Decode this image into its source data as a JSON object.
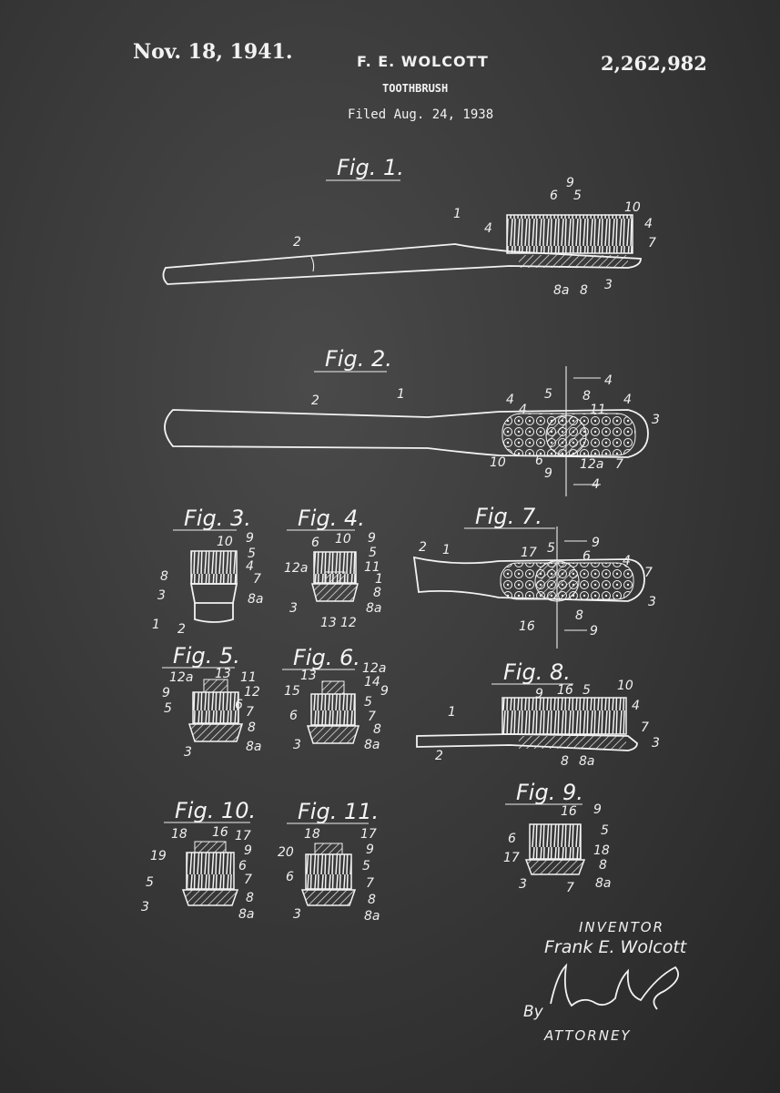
{
  "header": {
    "date": "Nov. 18, 1941.",
    "inventor": "F. E. WOLCOTT",
    "patent_number": "2,262,982",
    "title": "TOOTHBRUSH",
    "filed": "Filed Aug. 24, 1938"
  },
  "figures": {
    "fig1": "Fig. 1.",
    "fig2": "Fig. 2.",
    "fig3": "Fig. 3.",
    "fig4": "Fig. 4.",
    "fig5": "Fig. 5.",
    "fig6": "Fig. 6.",
    "fig7": "Fig. 7.",
    "fig8": "Fig. 8.",
    "fig9": "Fig. 9.",
    "fig10": "Fig. 10.",
    "fig11": "Fig. 11."
  },
  "reference_numerals": {
    "fig1": [
      "9",
      "6",
      "5",
      "10",
      "1",
      "4",
      "4",
      "7",
      "2",
      "8a",
      "8",
      "3"
    ],
    "fig2": [
      "4",
      "2",
      "1",
      "4",
      "5",
      "8",
      "4",
      "11",
      "4",
      "3",
      "10",
      "6",
      "9",
      "12a",
      "7",
      "4"
    ],
    "fig3": [
      "10",
      "9",
      "5",
      "4",
      "8",
      "7",
      "3",
      "8a",
      "1",
      "2"
    ],
    "fig4": [
      "6",
      "10",
      "9",
      "5",
      "12a",
      "11",
      "1",
      "8",
      "3",
      "13",
      "12",
      "8a"
    ],
    "fig5": [
      "12a",
      "13",
      "11",
      "9",
      "12",
      "5",
      "6",
      "7",
      "8",
      "3",
      "8a"
    ],
    "fig6": [
      "13",
      "12a",
      "15",
      "14",
      "9",
      "6",
      "5",
      "7",
      "8",
      "3",
      "8a"
    ],
    "fig7": [
      "9",
      "2",
      "1",
      "17",
      "5",
      "6",
      "4",
      "7",
      "3",
      "16",
      "8",
      "9"
    ],
    "fig8": [
      "9",
      "16",
      "5",
      "10",
      "1",
      "4",
      "7",
      "3",
      "2",
      "8",
      "8a"
    ],
    "fig9": [
      "16",
      "9",
      "6",
      "5",
      "17",
      "18",
      "8",
      "3",
      "7",
      "8a"
    ],
    "fig10": [
      "18",
      "16",
      "17",
      "19",
      "9",
      "6",
      "5",
      "7",
      "3",
      "8",
      "8a"
    ],
    "fig11": [
      "18",
      "17",
      "20",
      "9",
      "6",
      "5",
      "7",
      "3",
      "8",
      "8a"
    ]
  },
  "signature_block": {
    "inventor_label": "INVENTOR",
    "inventor_name": "Frank E. Wolcott",
    "by": "By",
    "attorney_label": "ATTORNEY"
  },
  "colors": {
    "background": "#3a3a3a",
    "ink": "#f2f2f2"
  }
}
